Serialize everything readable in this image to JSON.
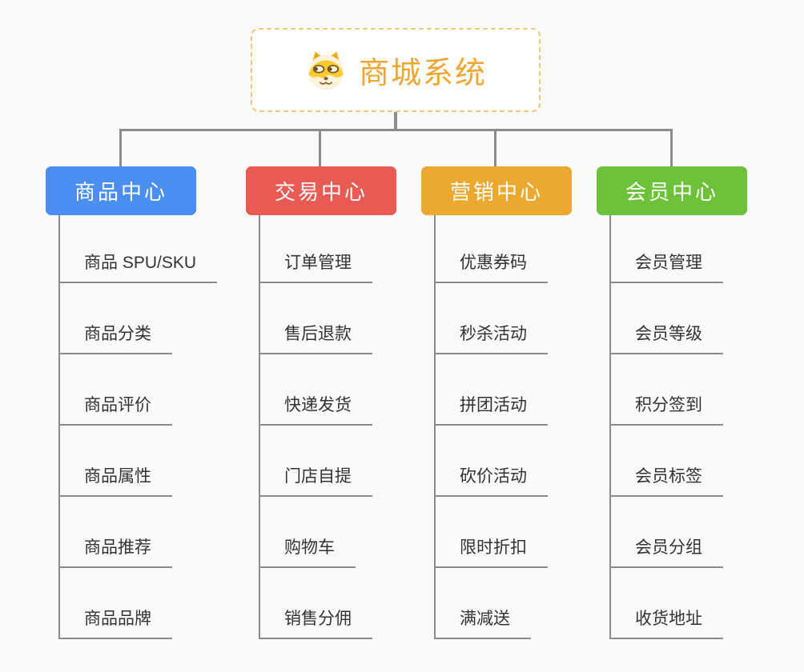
{
  "root": {
    "title": "商城系统",
    "icon": "shiba-doge-icon"
  },
  "colors": {
    "background": "#fafafa",
    "root_accent": "#f0a632",
    "root_border": "#f4c878",
    "connector_gray": "#8c8c8c",
    "leaf_text": "#333333",
    "branch_text": "#ffffff"
  },
  "branches": [
    {
      "label": "商品中心",
      "color": "#4a8ff0",
      "children": [
        "商品 SPU/SKU",
        "商品分类",
        "商品评价",
        "商品属性",
        "商品推荐",
        "商品品牌"
      ]
    },
    {
      "label": "交易中心",
      "color": "#e85a52",
      "children": [
        "订单管理",
        "售后退款",
        "快递发货",
        "门店自提",
        "购物车",
        "销售分佣"
      ]
    },
    {
      "label": "营销中心",
      "color": "#eba92f",
      "children": [
        "优惠券码",
        "秒杀活动",
        "拼团活动",
        "砍价活动",
        "限时折扣",
        "满减送"
      ]
    },
    {
      "label": "会员中心",
      "color": "#6ec23b",
      "children": [
        "会员管理",
        "会员等级",
        "积分签到",
        "会员标签",
        "会员分组",
        "收货地址"
      ]
    }
  ]
}
